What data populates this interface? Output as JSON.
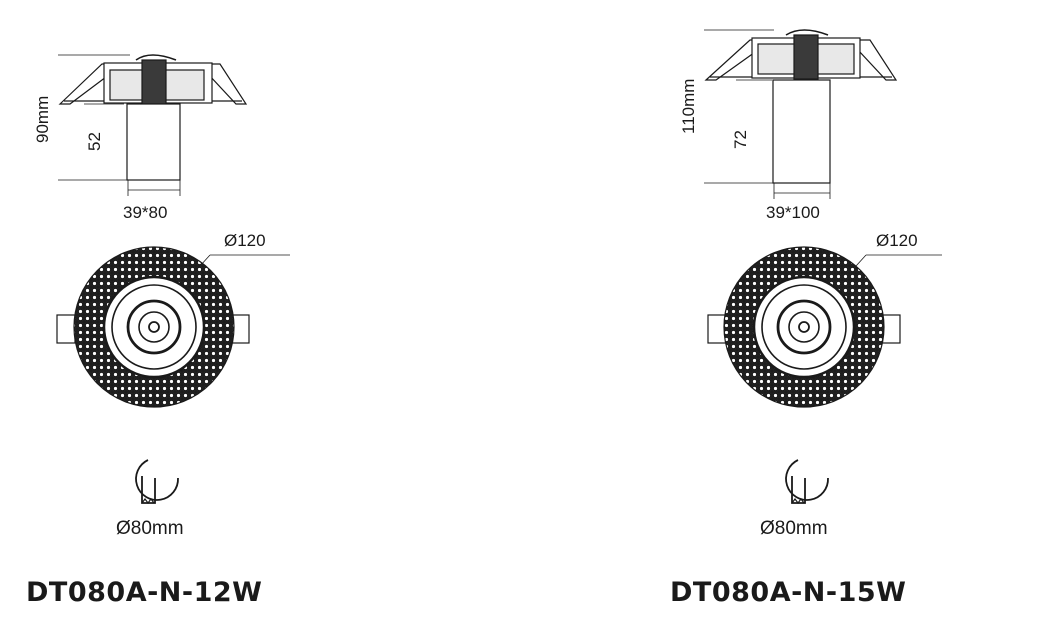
{
  "products": [
    {
      "model": "DT080A-N-12W",
      "total_height": "90mm",
      "body_height": "52",
      "body_size": "39*80",
      "diameter": "Ø120",
      "cutout": "Ø80mm",
      "cutout_icon": "hole-saw-icon"
    },
    {
      "model": "DT080A-N-15W",
      "total_height": "110mm",
      "body_height": "72",
      "body_size": "39*100",
      "diameter": "Ø120",
      "cutout": "Ø80mm",
      "cutout_icon": "hole-saw-icon"
    }
  ]
}
